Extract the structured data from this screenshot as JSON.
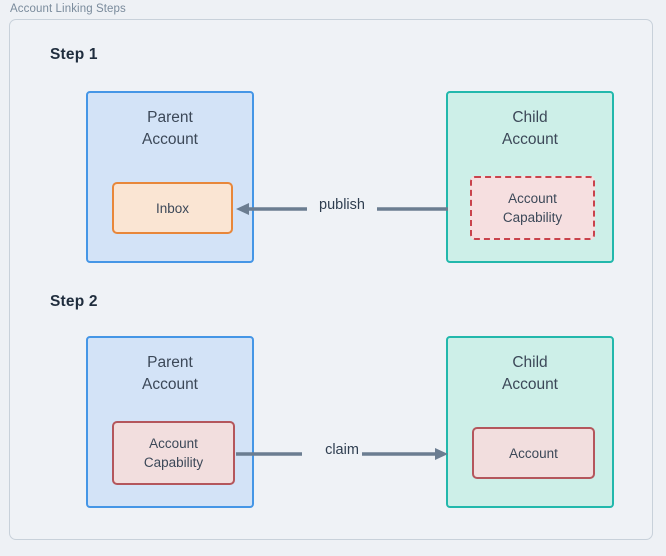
{
  "diagram": {
    "title": "Account Linking Steps",
    "accent_blue": "#4596e6",
    "accent_teal": "#22b8ac",
    "accent_orange": "#e8873a",
    "accent_red": "#c9434c",
    "arrow_color": "#6b7d91",
    "background": "#eef1f5"
  },
  "steps": [
    {
      "label": "Step 1",
      "left_box": {
        "title": "Parent\nAccount",
        "type": "parent-account",
        "chip": {
          "label": "Inbox",
          "style": "solid-orange"
        }
      },
      "right_box": {
        "title": "Child\nAccount",
        "type": "child-account",
        "chip": {
          "label": "Account\nCapability",
          "style": "dashed-red"
        }
      },
      "arrow": {
        "label": "publish",
        "direction": "left"
      }
    },
    {
      "label": "Step 2",
      "left_box": {
        "title": "Parent\nAccount",
        "type": "parent-account",
        "chip": {
          "label": "Account\nCapability",
          "style": "solid-red"
        }
      },
      "right_box": {
        "title": "Child\nAccount",
        "type": "child-account",
        "chip": {
          "label": "Account",
          "style": "solid-red"
        }
      },
      "arrow": {
        "label": "claim",
        "direction": "right"
      }
    }
  ]
}
